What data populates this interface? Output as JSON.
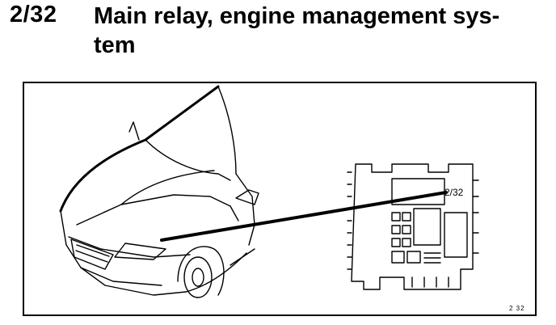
{
  "heading": {
    "id": "2/32",
    "title": "Main relay, engine management sys-\ntem"
  },
  "figure": {
    "callout_label": "2/32",
    "figure_code": "2 32"
  }
}
